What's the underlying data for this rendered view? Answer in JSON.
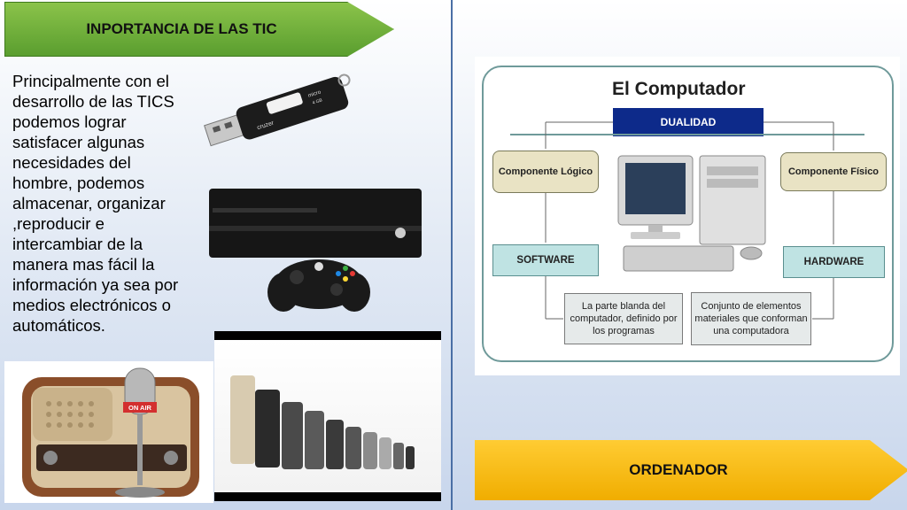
{
  "left": {
    "title": "INPORTANCIA DE LAS TIC",
    "body": "Principalmente con el desarrollo de las TICS podemos lograr satisfacer algunas necesidades del hombre, podemos almacenar, organizar ,reproducir e intercambiar de la manera mas fácil la información ya sea por medios electrónicos o automáticos.",
    "images": {
      "usb_label": "cruzer",
      "usb_label2": "micro",
      "usb_label3": "4 GB",
      "radio_sign": "ON AIR"
    }
  },
  "right": {
    "diagram": {
      "title": "El Computador",
      "dualidad": "DUALIDAD",
      "componente_logico": "Componente Lógico",
      "componente_fisico": "Componente Físico",
      "software": "SOFTWARE",
      "hardware": "HARDWARE",
      "software_desc": "La parte blanda del computador, definido por los programas",
      "hardware_desc": "Conjunto de elementos materiales que conforman una computadora"
    },
    "footer": "ORDENADOR"
  },
  "colors": {
    "green_banner": "#6aad36",
    "yellow_banner": "#f7bd12",
    "dualidad": "#0d2a8a",
    "divider": "#4a6fa5"
  }
}
